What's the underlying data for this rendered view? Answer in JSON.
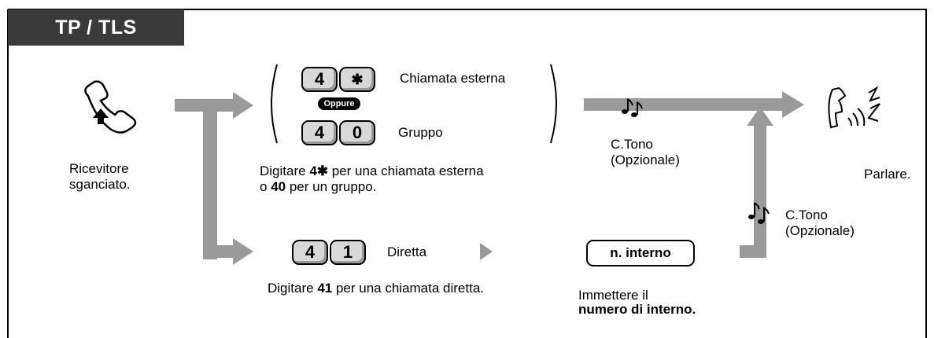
{
  "tag": "TP / TLS",
  "steps": {
    "offhook": {
      "line1": "Ricevitore",
      "line2": "sganciato."
    },
    "talk": {
      "label": "Parlare."
    }
  },
  "dial": {
    "key_4": "4",
    "key_star": "✱",
    "key_0": "0",
    "key_1": "1",
    "external_label": "Chiamata esterna",
    "or_label": "Oppure",
    "group_label": "Gruppo",
    "direct_label": "Diretta",
    "desc_line1_pre": "Digitare ",
    "desc_line1_code": "4✱",
    "desc_line1_post": " per una chiamata esterna",
    "desc_line2_pre": "o ",
    "desc_line2_code": "40",
    "desc_line2_post": " per un gruppo.",
    "direct_desc_pre": "Digitare ",
    "direct_desc_code": "41",
    "direct_desc_post": " per una chiamata diretta."
  },
  "tone_top": {
    "line1": "C.Tono",
    "line2": "(Opzionale)"
  },
  "tone_right": {
    "line1": "C.Tono",
    "line2": "(Opzionale)"
  },
  "extension": {
    "button": "n. interno",
    "desc_line1": "Immettere il",
    "desc_line2": "numero di interno."
  },
  "colors": {
    "arrow": "#9a9a9a",
    "tag_bg": "#3a3a3a",
    "key_bg": "#d8d8d8"
  }
}
